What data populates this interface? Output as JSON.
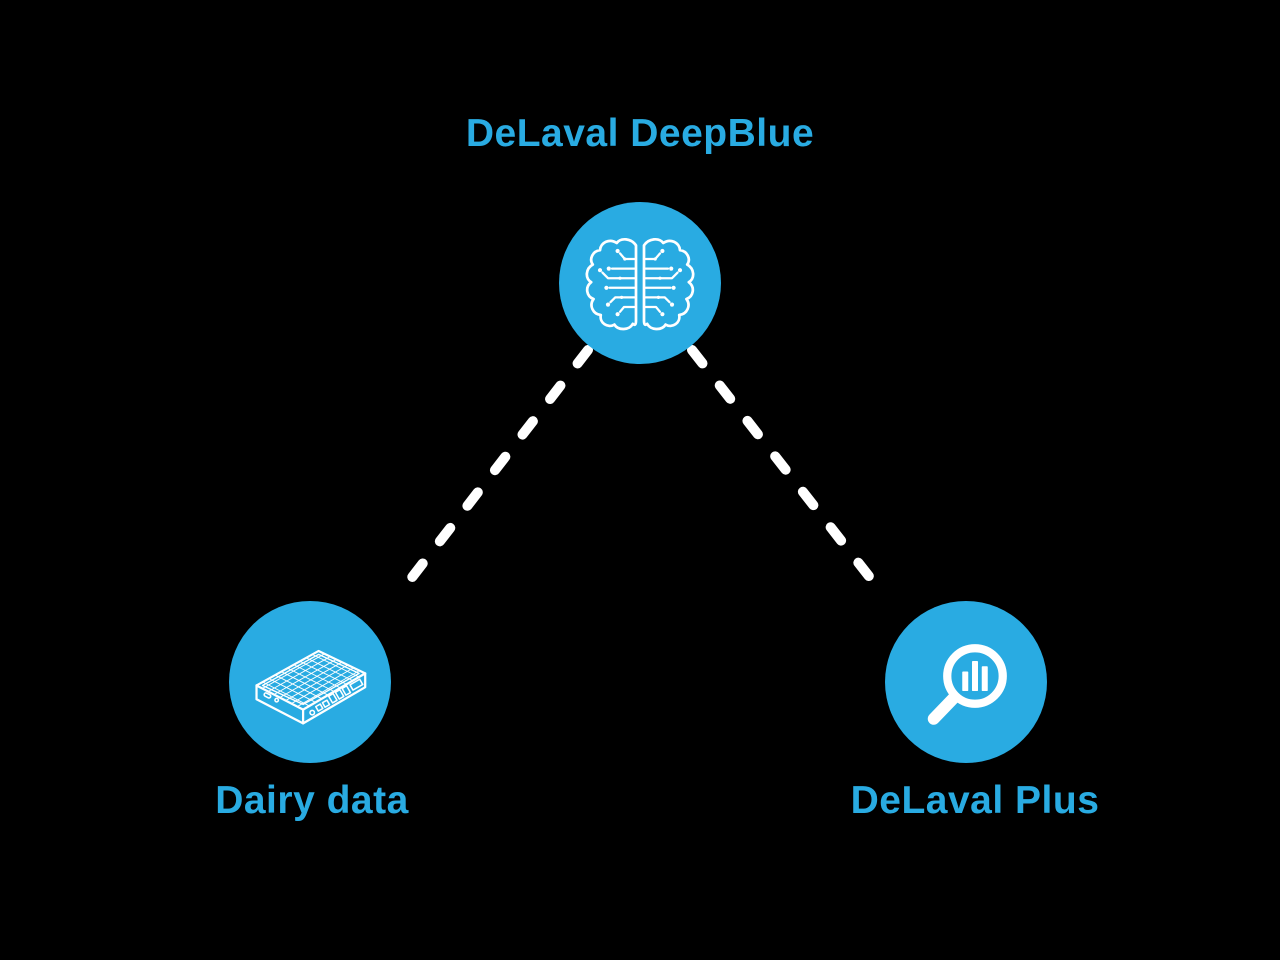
{
  "colors": {
    "background": "#000000",
    "accent": "#29ABE2",
    "icon": "#FFFFFF",
    "connector": "#FFFFFF"
  },
  "nodes": {
    "top": {
      "label": "DeLaval DeepBlue",
      "icon": "brain-circuit-icon"
    },
    "left": {
      "label": "Dairy data",
      "icon": "device-box-icon"
    },
    "right": {
      "label": "DeLaval Plus",
      "icon": "magnifier-bar-chart-icon"
    }
  },
  "connectors": {
    "style": "dashed",
    "color": "#FFFFFF",
    "links": [
      {
        "from": "top",
        "to": "left"
      },
      {
        "from": "top",
        "to": "right"
      }
    ]
  }
}
